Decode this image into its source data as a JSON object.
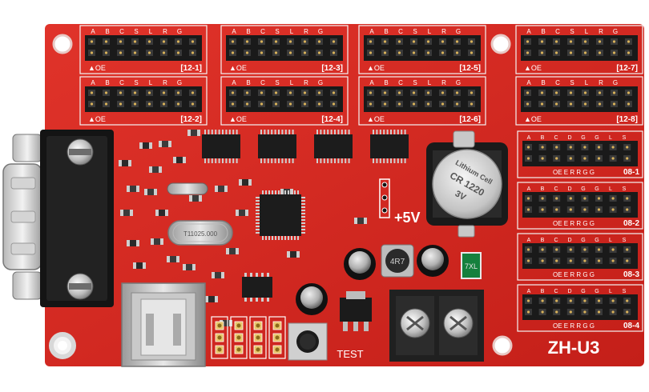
{
  "board": {
    "model": "ZH-U3",
    "test_label": "TEST",
    "power_label": "+5V",
    "oe_label": "OE"
  },
  "hub12_ports": [
    {
      "label": "[12-1]"
    },
    {
      "label": "[12-2]"
    },
    {
      "label": "[12-3]"
    },
    {
      "label": "[12-4]"
    },
    {
      "label": "[12-5]"
    },
    {
      "label": "[12-6]"
    },
    {
      "label": "[12-7]"
    },
    {
      "label": "[12-8]"
    }
  ],
  "hub08_ports": [
    {
      "label": "08-1"
    },
    {
      "label": "08-2"
    },
    {
      "label": "08-3"
    },
    {
      "label": "08-4"
    }
  ],
  "pin_letters_hub12": [
    "A",
    "B",
    "C",
    "S",
    "L",
    "R",
    "G"
  ],
  "pin_letters_hub08_top": [
    "A",
    "B",
    "C",
    "D",
    "G",
    "G",
    "L",
    "S"
  ],
  "pin_letters_hub08_bottom": [
    "E",
    "R",
    "R",
    "G",
    "G"
  ],
  "crystal_label": "T11025.000",
  "small_crystal_label": "",
  "battery": {
    "line1": "Lithium Cell",
    "line2": "CR 1220",
    "line3": "3V"
  },
  "inductor_label": "4R7",
  "fuse_label": "7XL",
  "colors": {
    "pcb": "#d7261e",
    "pcb_dark": "#b51d17",
    "silk": "#ffffff",
    "header": "#1a1a1a",
    "pin": "#d9b25a"
  }
}
